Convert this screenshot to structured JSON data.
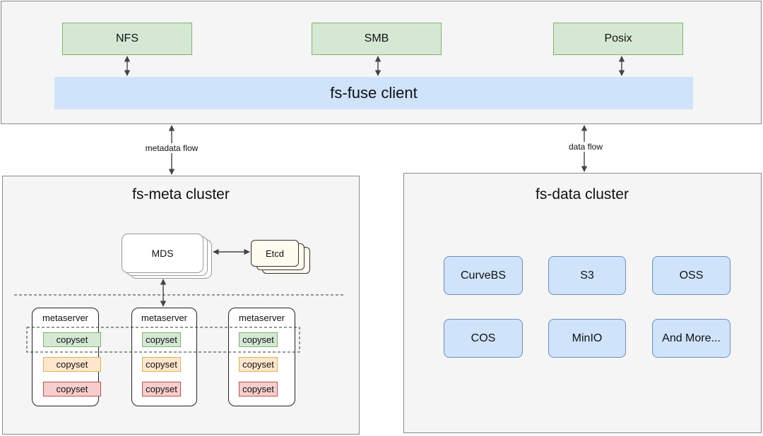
{
  "client": {
    "protocols": [
      "NFS",
      "SMB",
      "Posix"
    ],
    "label": "fs-fuse client"
  },
  "flows": {
    "metadata": "metadata flow",
    "data": "data flow"
  },
  "meta_cluster": {
    "title": "fs-meta cluster",
    "mds_label": "MDS",
    "etcd_label": "Etcd",
    "metaservers": [
      {
        "title": "metaserver",
        "copysets": [
          "copyset",
          "copyset",
          "copyset"
        ]
      },
      {
        "title": "metaserver",
        "copysets": [
          "copyset",
          "copyset",
          "copyset"
        ]
      },
      {
        "title": "metaserver",
        "copysets": [
          "copyset",
          "copyset",
          "copyset"
        ]
      }
    ]
  },
  "data_cluster": {
    "title": "fs-data cluster",
    "backends": [
      "CurveBS",
      "S3",
      "OSS",
      "COS",
      "MinIO",
      "And More..."
    ]
  },
  "colors": {
    "protocol_fill": "#d5e8d4",
    "client_fill": "#cfe3fb",
    "panel_fill": "#f5f5f5",
    "copyset_green": "#d5e8d4",
    "copyset_yellow": "#ffe6cc",
    "copyset_red": "#f8cecc",
    "backend_fill": "#cfe3fb"
  }
}
